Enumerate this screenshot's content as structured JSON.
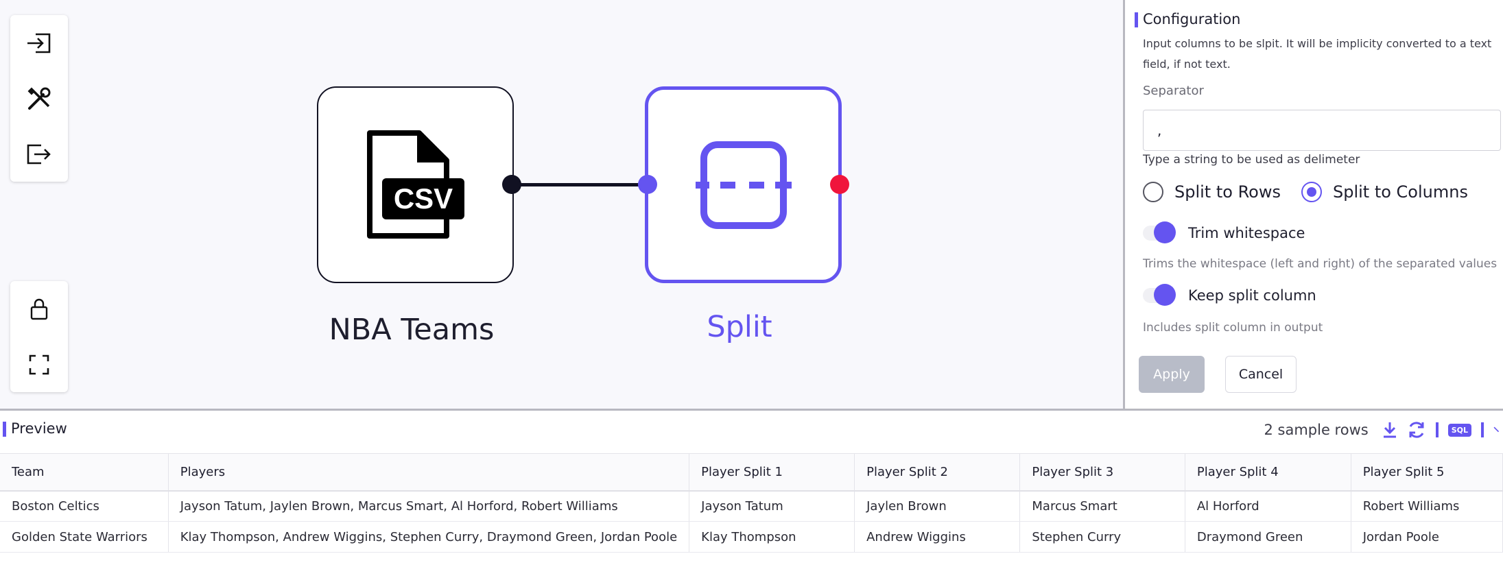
{
  "canvas": {
    "nodes": [
      {
        "label": "NBA Teams",
        "icon": "csv-file-icon",
        "badge_text": "CSV"
      },
      {
        "label": "Split",
        "icon": "split-icon"
      }
    ],
    "toolbox_top": [
      "import-icon",
      "tools-icon",
      "export-icon"
    ],
    "toolbox_bottom": [
      "lock-icon",
      "fullscreen-icon"
    ]
  },
  "config": {
    "title": "Configuration",
    "description": "Input columns to be slpit. It will be implicity converted to a text field, if not text.",
    "separator_label": "Separator",
    "separator_value": ",",
    "separator_help": "Type a string to be used as delimeter",
    "radio_rows": "Split to Rows",
    "radio_columns": "Split to Columns",
    "trim_label": "Trim whitespace",
    "trim_help": "Trims the whitespace (left and right) of the separated values",
    "keep_label": "Keep split column",
    "keep_help": "Includes split column in output",
    "apply_label": "Apply",
    "cancel_label": "Cancel"
  },
  "preview": {
    "title": "Preview",
    "sample_rows": "2 sample rows",
    "sql_badge": "SQL",
    "columns": [
      "Team",
      "Players",
      "Player Split 1",
      "Player Split 2",
      "Player Split 3",
      "Player Split 4",
      "Player Split 5"
    ],
    "rows": [
      [
        "Boston Celtics",
        "Jayson Tatum, Jaylen Brown, Marcus Smart, Al Horford, Robert Williams",
        "Jayson Tatum",
        "Jaylen Brown",
        "Marcus Smart",
        "Al Horford",
        "Robert Williams"
      ],
      [
        "Golden State Warriors",
        "Klay Thompson, Andrew Wiggins, Stephen Curry, Draymond Green, Jordan Poole",
        "Klay Thompson",
        "Andrew Wiggins",
        "Stephen Curry",
        "Draymond Green",
        "Jordan Poole"
      ]
    ]
  },
  "colors": {
    "accent": "#6454f0",
    "dark": "#111122",
    "output_port": "#f0143c",
    "apply_disabled": "#b8bcc8"
  }
}
